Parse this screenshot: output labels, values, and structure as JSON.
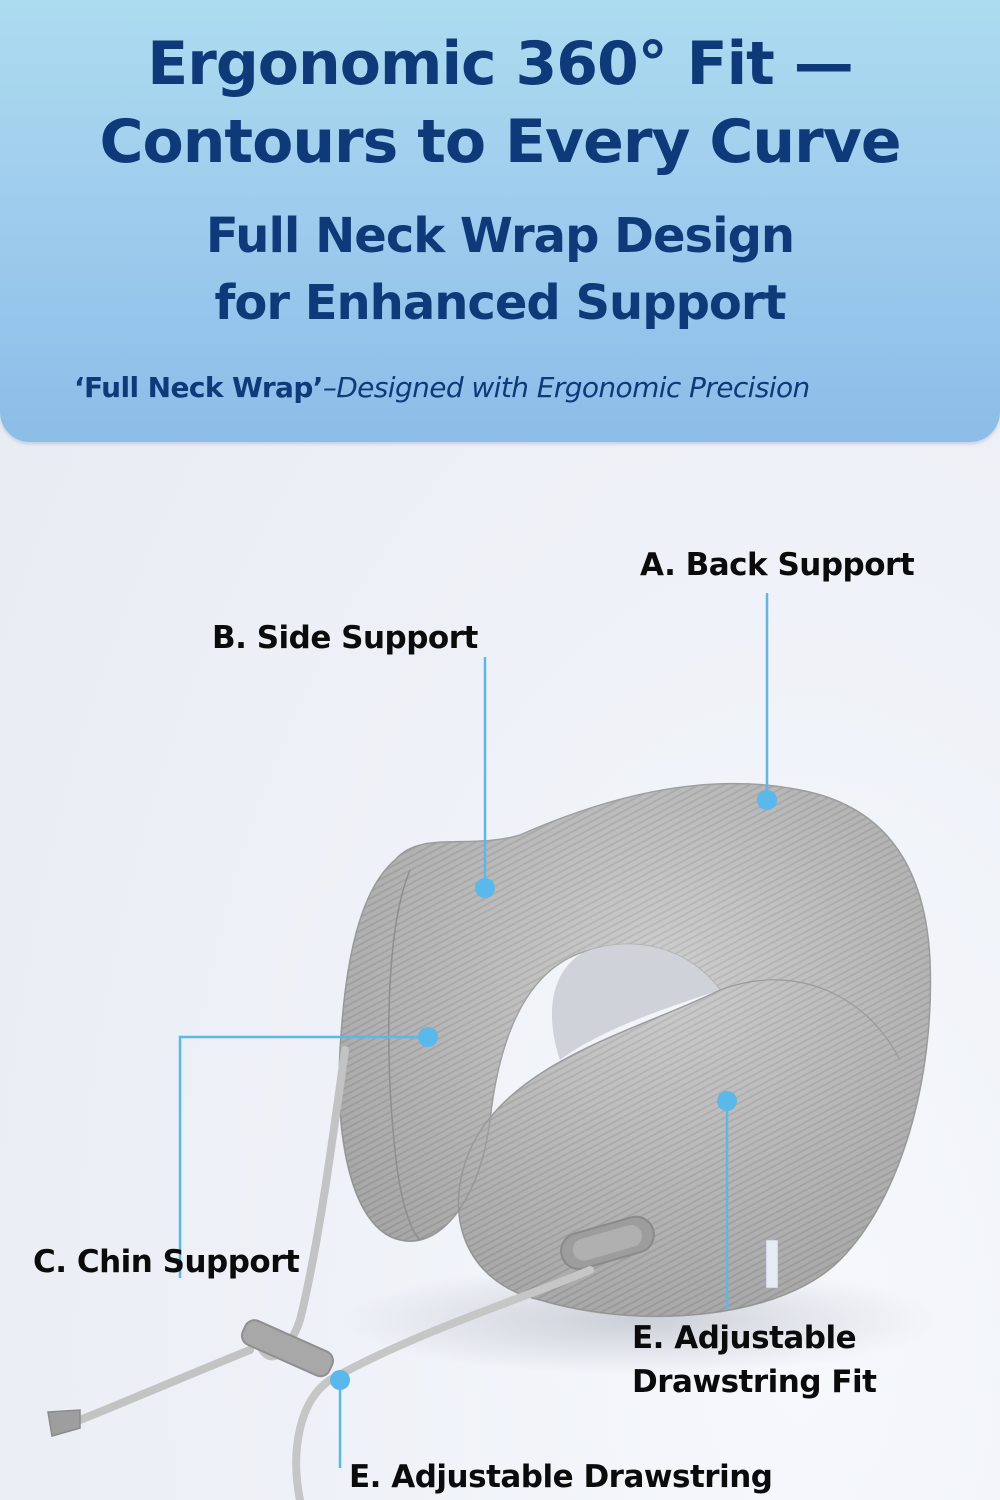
{
  "header": {
    "title_line1": "Ergonomic 360° Fit —",
    "title_line2": "Contours to Every Curve",
    "subtitle_line1": "Full Neck Wrap Design",
    "subtitle_line2": "for Enhanced Support",
    "tagline_bold": "‘Full Neck Wrap’",
    "tagline_italic": "–Designed with Ergonomic Precision",
    "gradient_top": "#acdcef",
    "gradient_bottom": "#8cbde8",
    "text_color": "#0e3a7a"
  },
  "product": {
    "name": "neck-pillow",
    "color": "#b9b9b9"
  },
  "callouts": {
    "accent_color": "#5bb8ea",
    "items": [
      {
        "id": "A",
        "label": "A. Back Support"
      },
      {
        "id": "B",
        "label": "B. Side Support"
      },
      {
        "id": "C",
        "label": "C. Chin Support"
      },
      {
        "id": "E1",
        "label_line1": "E. Adjustable",
        "label_line2": "Drawstring Fit"
      },
      {
        "id": "E2",
        "label": "E. Adjustable Drawstring"
      }
    ]
  }
}
